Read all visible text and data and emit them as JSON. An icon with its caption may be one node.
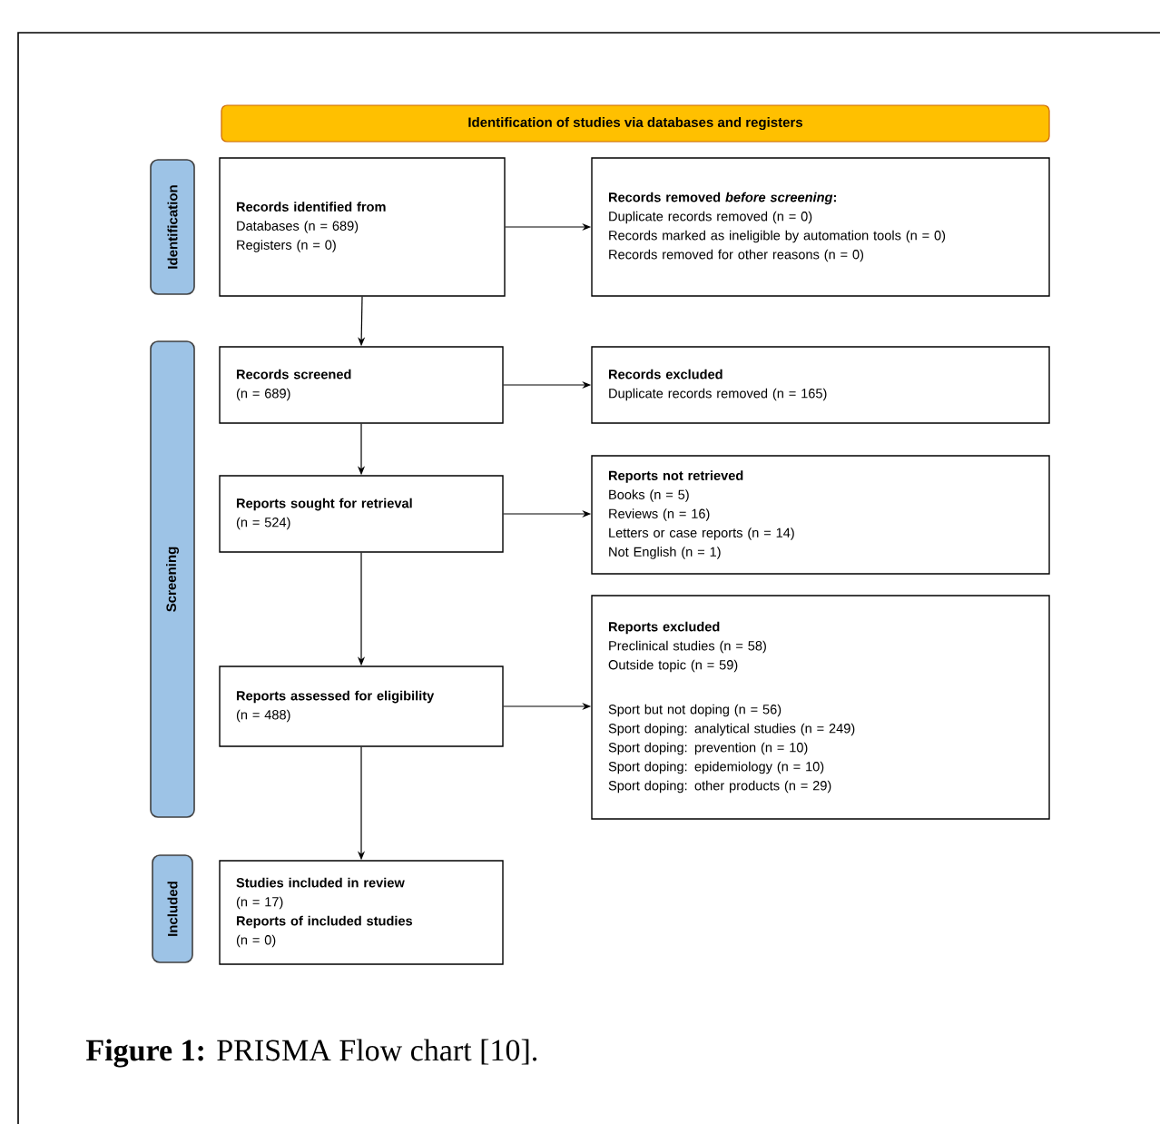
{
  "diagram": {
    "caption": "**Figure 1:** PRISMA Flow chart [10].",
    "nodes": [
      {
        "text": [
          "Identification of studies via databases and registers"
        ]
      },
      {
        "text": [
          "Identification"
        ]
      },
      {
        "text": [
          "Screening"
        ]
      },
      {
        "text": [
          "Included"
        ]
      },
      {
        "text": [
          "Records identified from",
          "Databases (n = 689)",
          "Registers (n = 0)"
        ]
      },
      {
        "text": [
          "Records removed *before screening*:",
          "Duplicate records removed  (n = 0)",
          "Records marked as ineligible by automation tools (n = 0)",
          "Records removed for other reasons (n = 0)"
        ]
      },
      {
        "text": [
          "Records screened",
          "(n = 689)"
        ]
      },
      {
        "text": [
          "Records excluded",
          "Duplicate records removed (n = 165)"
        ]
      },
      {
        "text": [
          "Reports sought for retrieval",
          "(n = 524)"
        ]
      },
      {
        "text": [
          "Reports not retrieved",
          "Books (n = 5)",
          "Reviews (n = 16)",
          "Letters or case reports (n = 14)",
          "Not English (n = 1)"
        ]
      },
      {
        "text": [
          "Reports assessed for eligibility",
          "(n = 488)"
        ]
      },
      {
        "text": [
          "Reports excluded",
          "Preclinical studies (n = 58)",
          "Outside topic (n = 59)",
          "Sport but not doping (n = 56)",
          "Sport doping: analytical studies (n = 249)",
          "Sport doping: prevention (n = 10)",
          "Sport doping: epidemiology (n = 10)",
          "Sport doping: other products (n = 29)"
        ]
      },
      {
        "text": [
          "Studies included in review",
          "(n = 17)",
          "Reports of included studies",
          "(n = 0)"
        ]
      }
    ],
    "edges": [
      {
        "from": 4,
        "to": 5,
        "arrow": "to"
      },
      {
        "from": 4,
        "to": 6,
        "arrow": "to"
      },
      {
        "from": 6,
        "to": 7,
        "arrow": "to"
      },
      {
        "from": 6,
        "to": 8,
        "arrow": "to"
      },
      {
        "from": 8,
        "to": 9,
        "arrow": "to"
      },
      {
        "from": 8,
        "to": 10,
        "arrow": "to"
      },
      {
        "from": 10,
        "to": 11,
        "arrow": "to"
      },
      {
        "from": 10,
        "to": 12,
        "arrow": "to"
      }
    ]
  }
}
